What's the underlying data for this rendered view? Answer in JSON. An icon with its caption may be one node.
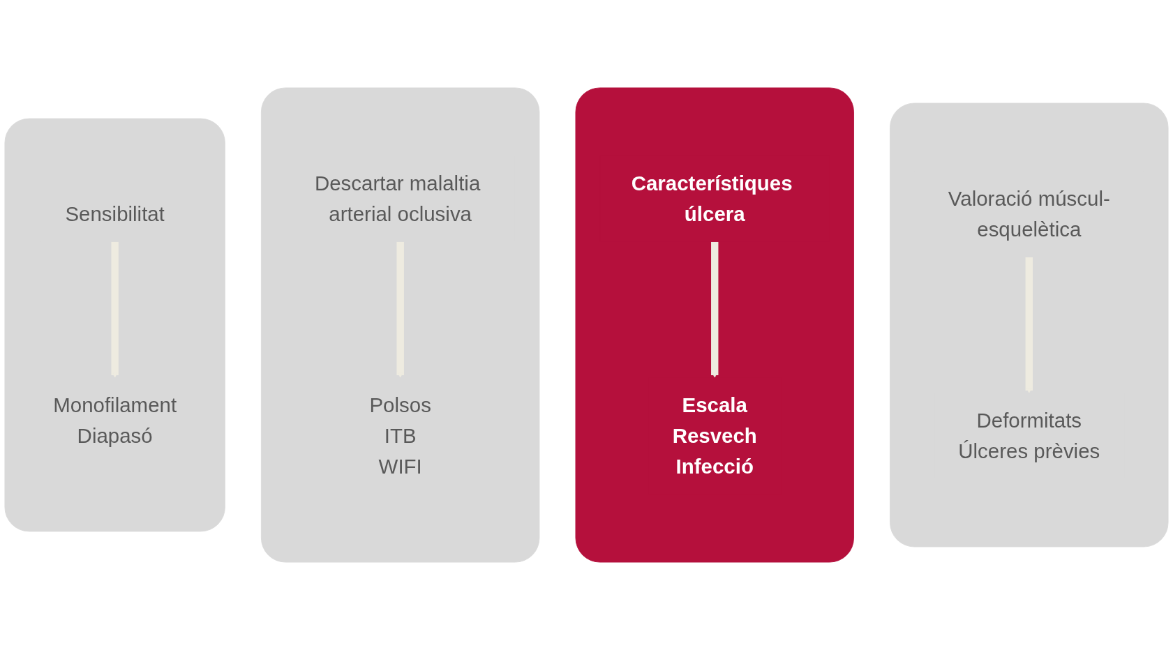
{
  "diagram": {
    "nodes": [
      {
        "text": [],
        "shape": "box"
      },
      {
        "text": [
          "Sensibilitat"
        ],
        "in": 0
      },
      {
        "text": [
          "Monofilament",
          "Diapasó"
        ],
        "in": 0
      },
      {
        "text": [],
        "shape": "box"
      },
      {
        "text": [
          "Descartar malaltia arterial oclusiva"
        ],
        "in": 3
      },
      {
        "text": [
          "Polsos",
          "ITB",
          "WIFI"
        ],
        "in": 3
      },
      {
        "text": [],
        "shape": "box"
      },
      {
        "text": [
          "Característiques úlcera"
        ],
        "in": 6
      },
      {
        "text": [
          "Escala",
          "Resvech",
          "Infecció"
        ],
        "in": 6
      },
      {
        "text": [],
        "shape": "box"
      },
      {
        "text": [
          "Valoració múscul-esquelètica"
        ],
        "in": 9
      },
      {
        "text": [
          "Deformitats",
          "Úlceres prèvies"
        ],
        "in": 9
      }
    ],
    "edges": [
      {
        "from": 1,
        "to": 2,
        "arrow": "to"
      },
      {
        "from": 4,
        "to": 5,
        "arrow": "to"
      },
      {
        "from": 7,
        "to": 8,
        "arrow": "to"
      },
      {
        "from": 10,
        "to": 11,
        "arrow": "to"
      }
    ]
  }
}
